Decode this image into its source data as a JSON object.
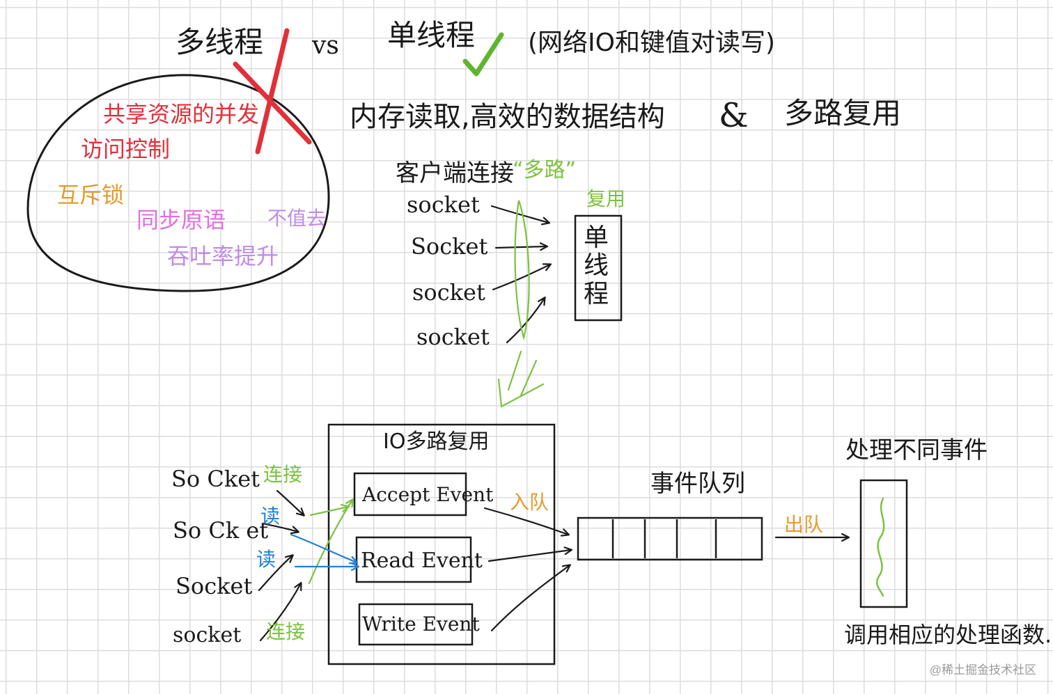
{
  "title": {
    "multi_thread": "多线程",
    "vs": "vs",
    "single_thread": "单线程",
    "scope": "(网络IO和键值对读写)"
  },
  "multi_thread_issues": {
    "line1": "共享资源的并发",
    "line2": "访问控制",
    "mutex": "互斥锁",
    "sync_primitives": "同步原语",
    "not_worth": "不值去",
    "throughput": "吞吐率提升"
  },
  "reasons": {
    "memory": "内存读取,高效的数据结构",
    "amp": "&",
    "multiplex": "多路复用"
  },
  "client": {
    "label": "客户端连接",
    "multi_path": "“多路”",
    "reuse": "复用",
    "sockets": [
      "socket",
      "Socket",
      "socket",
      "socket"
    ],
    "single_thread_box": [
      "单",
      "线",
      "程"
    ]
  },
  "io_section": {
    "box_title": "IO多路复用",
    "sockets": [
      "So Cket",
      "So Ck et",
      "Socket",
      "socket"
    ],
    "connect": "连接",
    "read": "读",
    "events": [
      "Accept Event",
      "Read Event",
      "Write Event"
    ],
    "enqueue": "入队",
    "queue_label": "事件队列",
    "dequeue": "出队",
    "handle_label": "处理不同事件",
    "callback": "调用相应的处理函数."
  },
  "watermark": "@稀土掘金技术社区",
  "colors": {
    "ink": "#1a1a1a",
    "red": "#e0303a",
    "orange": "#e69a2e",
    "pink": "#e36fe0",
    "purple": "#c08be8",
    "green": "#7cc240",
    "blue": "#1f7fd8"
  }
}
